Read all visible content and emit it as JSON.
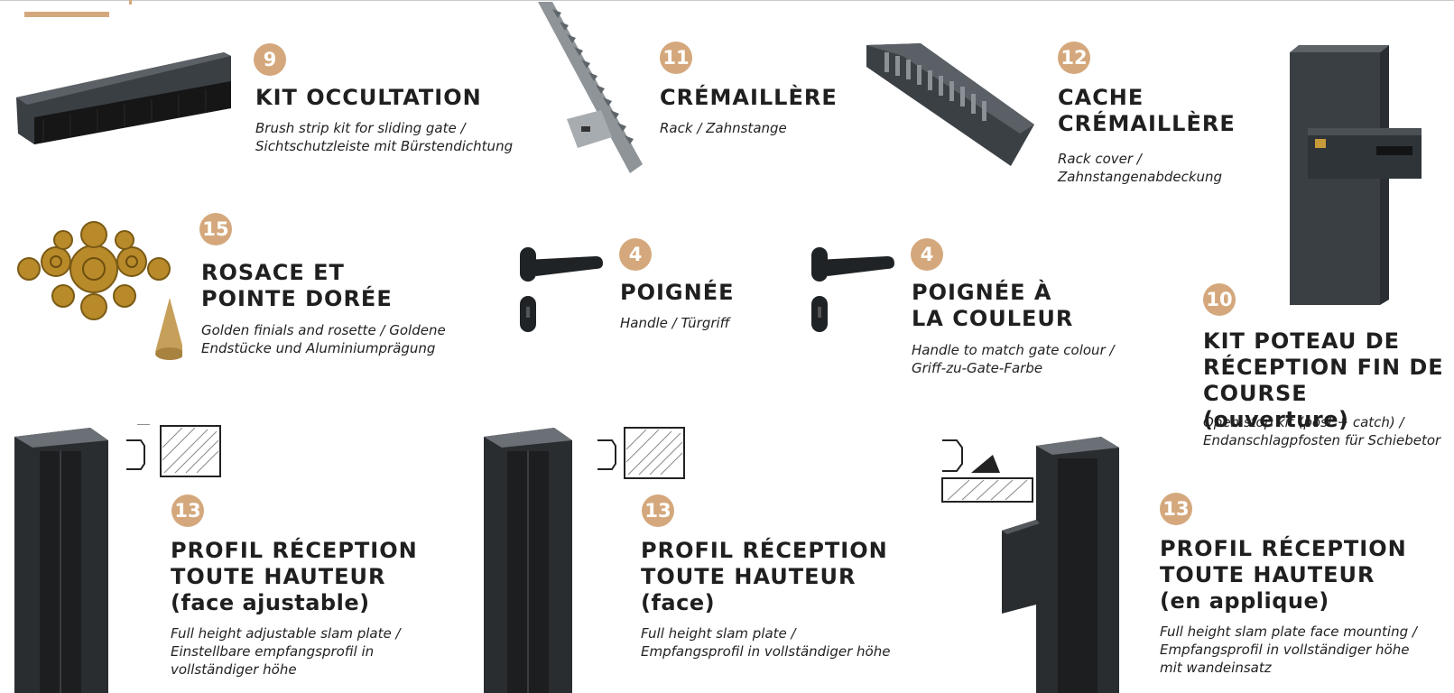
{
  "colors": {
    "accent": "#d4a87c",
    "metal": "#2b2f33",
    "gold": "#b88a2a"
  },
  "items": [
    {
      "id": "kit-occultation",
      "number": "9",
      "title": "KIT OCCULTATION",
      "desc": "Brush strip kit for sliding gate /\nSichtschutzleiste mit Bürstendichtung"
    },
    {
      "id": "cremaillere",
      "number": "11",
      "title": "CRÉMAILLÈRE",
      "desc": "Rack / Zahnstange"
    },
    {
      "id": "cache-cremaillere",
      "number": "12",
      "title": "CACHE\nCRÉMAILLÈRE",
      "desc": "Rack cover /\nZahnstangenabdeckung"
    },
    {
      "id": "rosace",
      "number": "15",
      "title": "ROSACE ET\nPOINTE DORÉE",
      "desc": "Golden finials and rosette / Goldene\nEndstücke und Aluminiumprägung"
    },
    {
      "id": "poignee",
      "number": "4",
      "title": "POIGNÉE",
      "desc": "Handle / Türgriff"
    },
    {
      "id": "poignee-couleur",
      "number": "4",
      "title": "POIGNÉE À\nLA COULEUR",
      "desc": "Handle to match gate colour /\nGriff-zu-Gate-Farbe"
    },
    {
      "id": "kit-poteau",
      "number": "10",
      "title": "KIT POTEAU DE\nRÉCEPTION FIN DE\nCOURSE",
      "title_sub": "(ouverture)",
      "desc": "Open stop kit (post + catch) /\nEndanschlagpfosten für Schiebetor"
    },
    {
      "id": "profil-ajustable",
      "number": "13",
      "title": "PROFIL RÉCEPTION\nTOUTE HAUTEUR",
      "title_sub": "(face ajustable)",
      "desc": "Full height adjustable slam plate /\nEinstellbare empfangsprofil in\nvollständiger höhe"
    },
    {
      "id": "profil-face",
      "number": "13",
      "title": "PROFIL RÉCEPTION\nTOUTE HAUTEUR",
      "title_sub": "(face)",
      "desc": "Full height slam plate /\nEmpfangsprofil in vollständiger höhe"
    },
    {
      "id": "profil-applique",
      "number": "13",
      "title": "PROFIL RÉCEPTION\nTOUTE HAUTEUR",
      "title_sub": "(en applique)",
      "desc": "Full height slam plate face mounting /\nEmpfangsprofil in vollständiger höhe\nmit wandeinsatz"
    }
  ]
}
